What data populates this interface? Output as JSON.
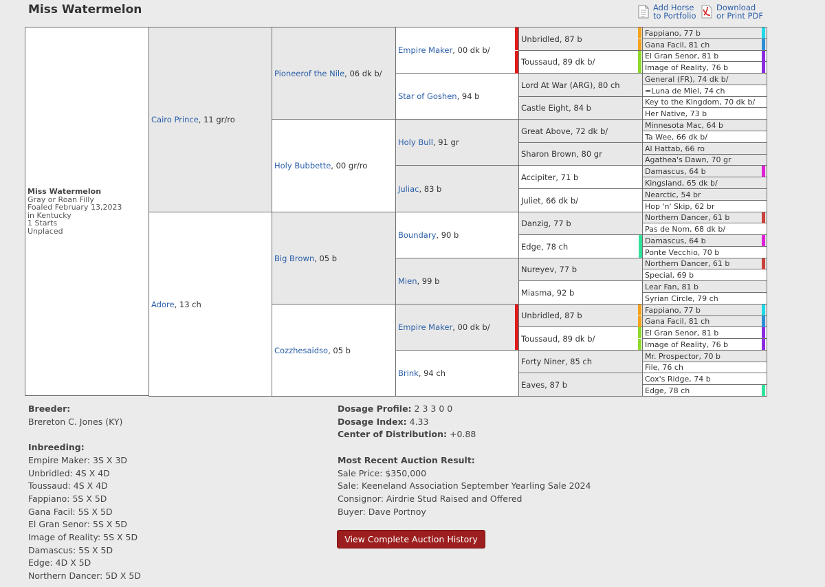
{
  "title": "Miss Watermelon",
  "actions": {
    "add_horse": [
      "Add Horse",
      "to Portfolio"
    ],
    "download": [
      "Download",
      "or Print PDF"
    ]
  },
  "subject": {
    "name": "Miss Watermelon",
    "lines": [
      "Gray or Roan Filly",
      "Foaled February 13,2023",
      "in Kentucky",
      "1 Starts",
      "Unplaced"
    ]
  },
  "pedigree": {
    "gen1": [
      {
        "name": "Cairo Prince",
        "rest": ", 11 gr/ro"
      },
      {
        "name": "Adore",
        "rest": ", 13 ch"
      }
    ],
    "gen2": [
      {
        "name": "Pioneerof the Nile",
        "rest": ", 06 dk b/"
      },
      {
        "name": "Holy Bubbette",
        "rest": ", 00 gr/ro"
      },
      {
        "name": "Big Brown",
        "rest": ", 05 b"
      },
      {
        "name": "Cozzhesaidso",
        "rest": ", 05 b"
      }
    ],
    "gen3": [
      {
        "name": "Empire Maker",
        "rest": ", 00 dk b/"
      },
      {
        "name": "Star of Goshen",
        "rest": ", 94 b"
      },
      {
        "name": "Holy Bull",
        "rest": ", 91 gr"
      },
      {
        "name": "Juliac",
        "rest": ", 83 b"
      },
      {
        "name": "Boundary",
        "rest": ", 90 b"
      },
      {
        "name": "Mien",
        "rest": ", 99 b"
      },
      {
        "name": "Empire Maker",
        "rest": ", 00 dk b/"
      },
      {
        "name": "Brink",
        "rest": ", 94 ch"
      }
    ],
    "gen4": [
      "Unbridled, 87 b",
      "Toussaud, 89 dk b/",
      "Lord At War (ARG), 80 ch",
      "Castle Eight, 84 b",
      "Great Above, 72 dk b/",
      "Sharon Brown, 80 gr",
      "Accipiter, 71 b",
      "Juliet, 66 dk b/",
      "Danzig, 77 b",
      "Edge, 78 ch",
      "Nureyev, 77 b",
      "Miasma, 92 b",
      "Unbridled, 87 b",
      "Toussaud, 89 dk b/",
      "Forty Niner, 85 ch",
      "Eaves, 87 b"
    ],
    "gen5": [
      "Fappiano, 77 b",
      "Gana Facil, 81 ch",
      "El Gran Senor, 81 b",
      "Image of Reality, 76 b",
      "General (FR), 74 dk b/",
      "=Luna de Miel, 74 ch",
      "Key to the Kingdom, 70 dk b/",
      "Her Native, 73 b",
      "Minnesota Mac, 64 b",
      "Ta Wee, 66 dk b/",
      "Al Hattab, 66 ro",
      "Agathea's Dawn, 70 gr",
      "Damascus, 64 b",
      "Kingsland, 65 dk b/",
      "Nearctic, 54 br",
      "Hop 'n' Skip, 62 br",
      "Northern Dancer, 61 b",
      "Pas de Nom, 68 dk b/",
      "Damascus, 64 b",
      "Ponte Vecchio, 70 b",
      "Northern Dancer, 61 b",
      "Special, 69 b",
      "Lear Fan, 81 b",
      "Syrian Circle, 79 ch",
      "Fappiano, 77 b",
      "Gana Facil, 81 ch",
      "El Gran Senor, 81 b",
      "Image of Reality, 76 b",
      "Mr. Prospector, 70 b",
      "File, 76 ch",
      "Cox's Ridge, 74 b",
      "Edge, 78 ch"
    ]
  },
  "colors": {
    "empire_maker": "#e01b1b",
    "fappiano": "#f3a21b",
    "gana_facil": "#2b8fd6",
    "el_gran_senor": "#8fd92c",
    "image_of_reality": "#8a2be2",
    "damascus": "#e020d8",
    "edge": "#2ee39a",
    "northern_dancer": "#c9413a",
    "cyan": "#1ed9e8"
  },
  "breeder": {
    "label": "Breeder:",
    "value": "Brereton C. Jones (KY)"
  },
  "inbreeding": {
    "label": "Inbreeding:",
    "items": [
      "Empire Maker: 3S X 3D",
      "Unbridled: 4S X 4D",
      "Toussaud: 4S X 4D",
      "Fappiano: 5S X 5D",
      "Gana Facil: 5S X 5D",
      "El Gran Senor: 5S X 5D",
      "Image of Reality: 5S X 5D",
      "Damascus: 5S X 5D",
      "Edge: 4D X 5D",
      "Northern Dancer: 5D X 5D"
    ]
  },
  "dosage": {
    "profile_label": "Dosage Profile:",
    "profile_value": " 2 3 3 0 0",
    "index_label": "Dosage Index:",
    "index_value": " 4.33",
    "cod_label": "Center of Distribution:",
    "cod_value": " +0.88"
  },
  "auction": {
    "label": "Most Recent Auction Result:",
    "lines": [
      "Sale Price: $350,000",
      "Sale: Keeneland Association September Yearling Sale 2024",
      "Consignor: Airdrie Stud Raised and Offered",
      "Buyer: Dave Portnoy"
    ],
    "button": "View Complete Auction History"
  }
}
